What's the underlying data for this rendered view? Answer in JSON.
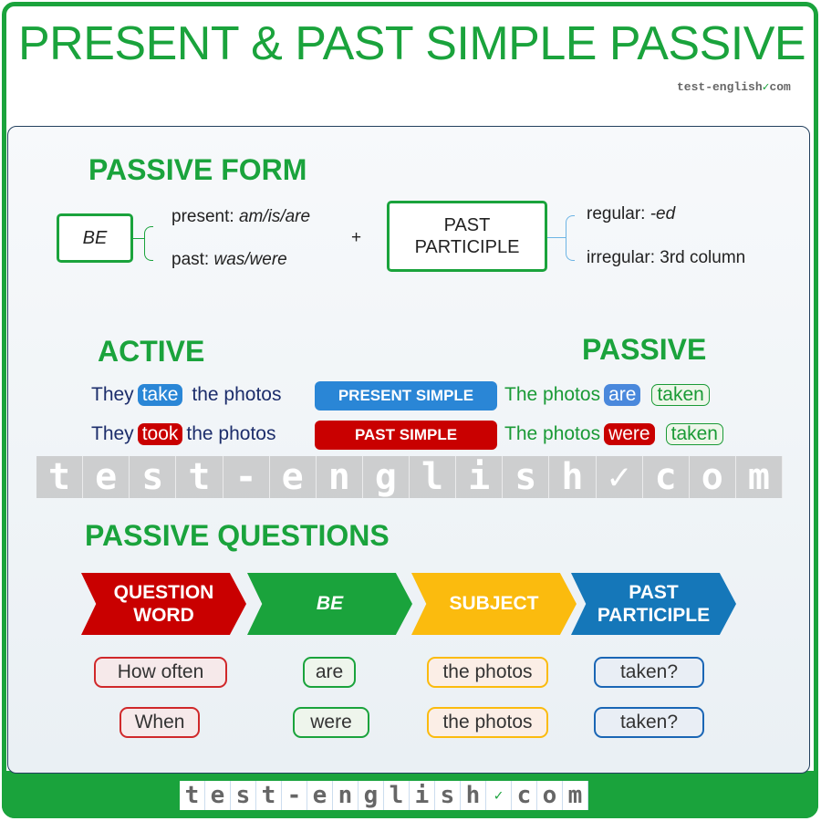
{
  "title": "PRESENT & PAST SIMPLE PASSIVE",
  "brand": {
    "text": "test-english",
    "check": "✓",
    "suffix": "com"
  },
  "form": {
    "heading": "PASSIVE FORM",
    "be": "BE",
    "present_label": "present: ",
    "present_forms": "am/is/are",
    "past_label": "past: ",
    "past_forms": "was/were",
    "plus": "+",
    "pp": "PAST PARTICIPLE",
    "regular_label": "regular: ",
    "regular_form": "-ed",
    "irregular": "irregular: 3rd column"
  },
  "active_heading": "ACTIVE",
  "passive_heading": "PASSIVE",
  "rows": [
    {
      "they": "They",
      "verb": "take",
      "rest": "the photos",
      "tense": "PRESENT SIMPLE",
      "photos": "The photos",
      "be": "are",
      "pp": "taken",
      "color": "#2a86d6"
    },
    {
      "they": "They",
      "verb": "took",
      "rest": "the photos",
      "tense": "PAST SIMPLE",
      "photos": "The photos",
      "be": "were",
      "pp": "taken",
      "color": "#c90000"
    }
  ],
  "watermark": [
    "t",
    "e",
    "s",
    "t",
    "-",
    "e",
    "n",
    "g",
    "l",
    "i",
    "s",
    "h",
    "✓",
    "c",
    "o",
    "m"
  ],
  "questions": {
    "heading": "PASSIVE QUESTIONS",
    "columns": [
      {
        "label": "QUESTION WORD",
        "color": "#c90000"
      },
      {
        "label": "BE",
        "color": "#1aa33c"
      },
      {
        "label": "SUBJECT",
        "color": "#fbbb0e"
      },
      {
        "label": "PAST PARTICIPLE",
        "color": "#1577b9"
      }
    ],
    "rows": [
      [
        "How often",
        "are",
        "the photos",
        "taken?"
      ],
      [
        "When",
        "were",
        "the photos",
        "taken?"
      ]
    ]
  },
  "footer_logo": [
    "t",
    "e",
    "s",
    "t",
    "-",
    "e",
    "n",
    "g",
    "l",
    "i",
    "s",
    "h",
    "✓",
    "c",
    "o",
    "m"
  ]
}
